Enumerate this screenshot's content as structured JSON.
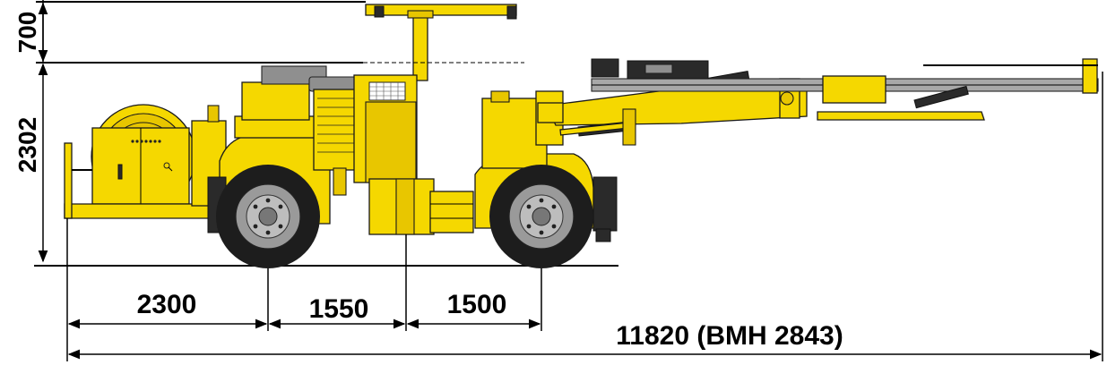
{
  "dimensions": {
    "height_upper": "700",
    "height_lower": "2302",
    "length_rear": "2300",
    "length_mid": "1550",
    "length_front": "1500",
    "length_total": "11820 (BMH 2843)"
  },
  "colors": {
    "body": "#f5d800",
    "tire": "#1d1d1d",
    "rim": "#9a9a9a",
    "boom_steel": "#a8a8a8"
  }
}
